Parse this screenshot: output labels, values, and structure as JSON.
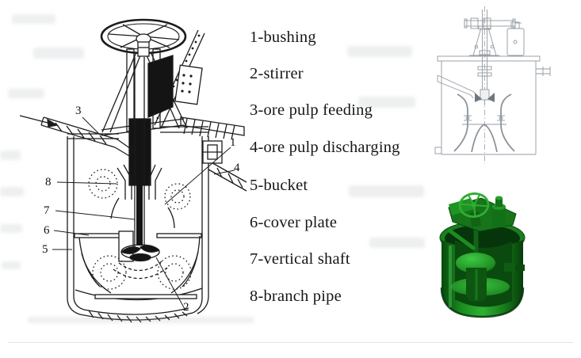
{
  "figure": {
    "type": "equipment-cutaway-diagram",
    "subject": "ore pulp agitation tank (stirrer mixer)"
  },
  "legend": {
    "items": [
      {
        "label": "1-bushing"
      },
      {
        "label": "2-stirrer"
      },
      {
        "label": "3-ore pulp feeding"
      },
      {
        "label": "4-ore pulp discharging"
      },
      {
        "label": "5-bucket"
      },
      {
        "label": "6-cover plate"
      },
      {
        "label": "7-vertical shaft"
      },
      {
        "label": "8-branch pipe"
      }
    ]
  },
  "diagram": {
    "callouts": {
      "n1": "1",
      "n2": "2",
      "n3": "3",
      "n4": "4",
      "n5": "5",
      "n6": "6",
      "n7": "7",
      "n8": "8"
    }
  },
  "colors": {
    "ink": "#1c1c1c",
    "cad_line": "#939aa1",
    "model_green_bright": "#2fb133",
    "model_green_dark": "#074a0c",
    "divider": "#d8e8f3"
  }
}
